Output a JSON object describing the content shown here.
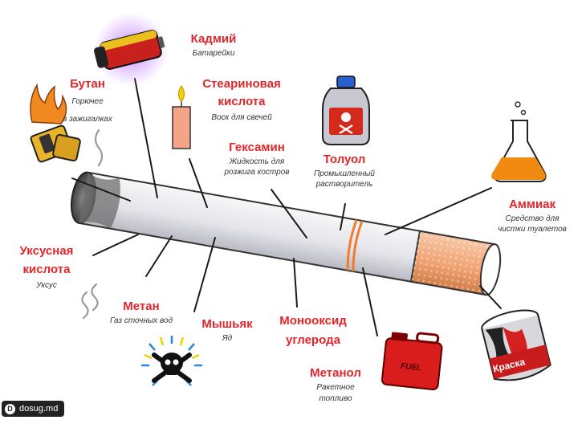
{
  "diagram": {
    "colors": {
      "title_red": "#e1262b",
      "subtitle": "#333333",
      "cigarette_paper": "#e8e8ec",
      "filter_orange": "#f0a070",
      "ring_orange": "#f07a30"
    },
    "labels": [
      {
        "id": "cadmium",
        "title": "Кадмий",
        "subtitle": "Батарейки"
      },
      {
        "id": "butane",
        "title": "Бутан",
        "subtitle": "Горючее\nв зажигалках"
      },
      {
        "id": "stearic-acid",
        "title": "Стеариновая\nкислота",
        "subtitle": "Воск для свечей"
      },
      {
        "id": "hexamine",
        "title": "Гексамин",
        "subtitle": "Жидкость для\nрозжига костров"
      },
      {
        "id": "toluene",
        "title": "Толуол",
        "subtitle": "Промышленный\nрастворитель"
      },
      {
        "id": "ammonia",
        "title": "Аммиак",
        "subtitle": "Средство для\nчистки туалетов"
      },
      {
        "id": "acetic-acid",
        "title": "Уксусная\nкислота",
        "subtitle": "Уксус"
      },
      {
        "id": "methane",
        "title": "Метан",
        "subtitle": "Газ сточных вод"
      },
      {
        "id": "arsenic",
        "title": "Мышьяк",
        "subtitle": "Яд"
      },
      {
        "id": "carbon-monoxide",
        "title": "Монооксид\nуглерода",
        "subtitle": ""
      },
      {
        "id": "methanol",
        "title": "Метанол",
        "subtitle": "Ракетное\nтопливо"
      }
    ],
    "icon_texts": {
      "fuel_can": "FUEL",
      "paint_can": "Краска"
    },
    "watermark": {
      "logo": "D",
      "text": "dosug.md"
    }
  }
}
